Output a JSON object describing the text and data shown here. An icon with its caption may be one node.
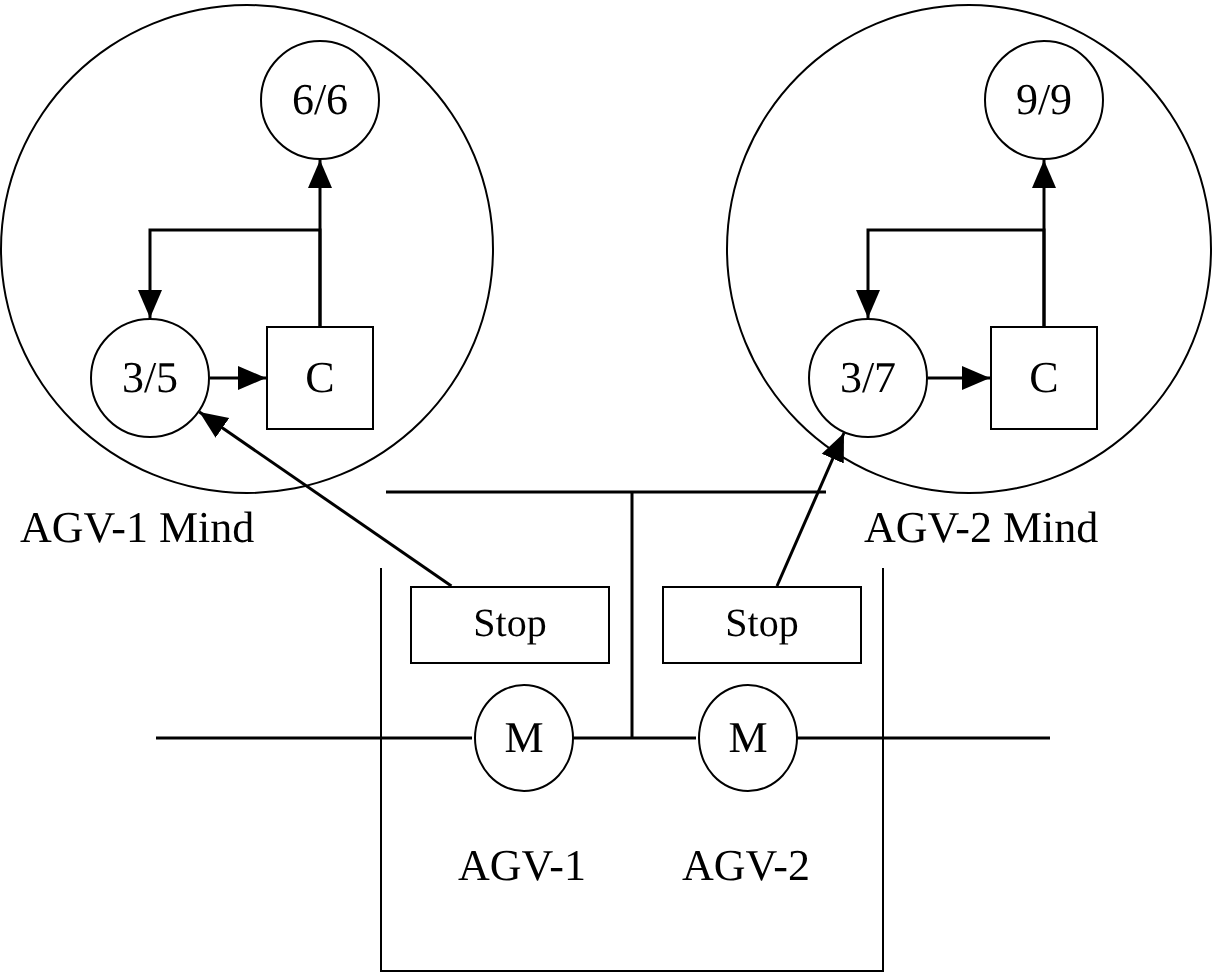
{
  "diagram": {
    "nodes": [
      {
        "text": [
          "AGV-1 Mind"
        ]
      },
      {
        "text": [
          "6/6"
        ],
        "in": 0
      },
      {
        "text": [
          "3/5"
        ],
        "in": 0
      },
      {
        "text": [
          "C"
        ],
        "in": 0
      },
      {
        "text": [
          "AGV-2 Mind"
        ]
      },
      {
        "text": [
          "9/9"
        ],
        "in": 4
      },
      {
        "text": [
          "3/7"
        ],
        "in": 4
      },
      {
        "text": [
          "C"
        ],
        "in": 4
      },
      {
        "text": [],
        "shape": "box"
      },
      {
        "text": [
          "Stop"
        ],
        "in": 8
      },
      {
        "text": [
          "Stop"
        ],
        "in": 8
      },
      {
        "text": [
          "M"
        ],
        "in": 8
      },
      {
        "text": [
          "M"
        ],
        "in": 8
      }
    ],
    "edges": [
      {
        "from": 3,
        "to": 1,
        "arrow": "to"
      },
      {
        "from": 3,
        "to": 2,
        "arrow": "to"
      },
      {
        "from": 2,
        "to": 3,
        "arrow": "to"
      },
      {
        "from": 7,
        "to": 5,
        "arrow": "to"
      },
      {
        "from": 7,
        "to": 6,
        "arrow": "to"
      },
      {
        "from": 6,
        "to": 7,
        "arrow": "to"
      },
      {
        "from": 9,
        "to": 2,
        "arrow": "to"
      },
      {
        "from": 10,
        "to": 6,
        "arrow": "to"
      },
      {
        "from": null,
        "to": 11,
        "arrow": "none"
      },
      {
        "from": 11,
        "to": 12,
        "arrow": "none"
      },
      {
        "from": 12,
        "to": null,
        "arrow": "none"
      }
    ],
    "labels": [
      "AGV-1",
      "AGV-2"
    ]
  }
}
